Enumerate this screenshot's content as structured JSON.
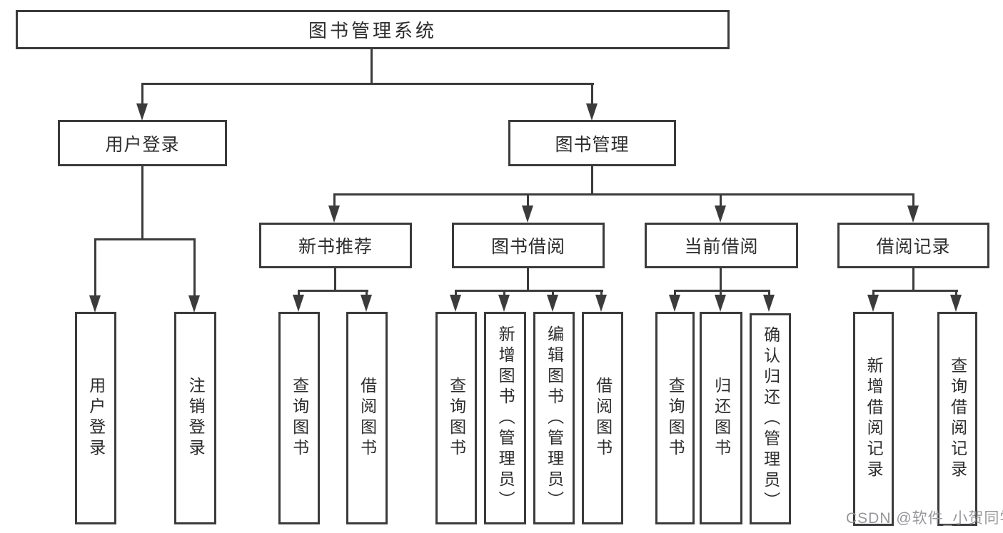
{
  "colors": {
    "line": "#3b3b3b",
    "text": "#2d2d2d",
    "box-bg": "#ffffff",
    "page-bg": "#ffffff",
    "watermark": "#97979c"
  },
  "watermark": {
    "text": "CSDN @软件_小贺同学"
  },
  "tree": {
    "root": {
      "label": "图书管理系统"
    },
    "branches": [
      {
        "label": "用户登录",
        "children": [
          {
            "label": "用户登录"
          },
          {
            "label": "注销登录"
          }
        ]
      },
      {
        "label": "图书管理",
        "children": [
          {
            "label": "新书推荐",
            "children": [
              {
                "label": "查询图书"
              },
              {
                "label": "借阅图书"
              }
            ]
          },
          {
            "label": "图书借阅",
            "children": [
              {
                "label": "查询图书"
              },
              {
                "label": "新增图书（管理员）"
              },
              {
                "label": "编辑图书（管理员）"
              },
              {
                "label": "借阅图书"
              }
            ]
          },
          {
            "label": "当前借阅",
            "children": [
              {
                "label": "查询图书"
              },
              {
                "label": "归还图书"
              },
              {
                "label": "确认归还（管理员）"
              }
            ]
          },
          {
            "label": "借阅记录",
            "children": [
              {
                "label": "新增借阅记录"
              },
              {
                "label": "查询借阅记录"
              }
            ]
          }
        ]
      }
    ]
  }
}
